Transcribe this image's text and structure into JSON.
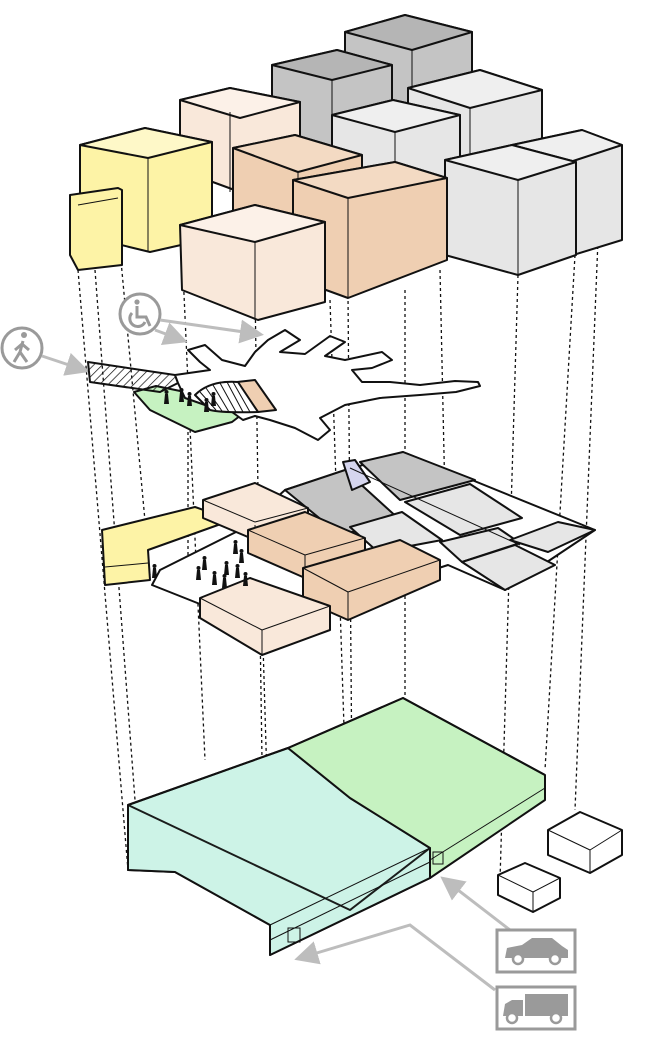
{
  "diagram": {
    "layers": [
      "building-massing",
      "pedestrian-walkway-level",
      "ground-plaza-level",
      "underground-parking-level"
    ],
    "icons": [
      "pedestrian-icon",
      "wheelchair-icon",
      "car-icon",
      "truck-icon"
    ],
    "colors": {
      "yellow": "#fdf3a6",
      "peach": "#f9e8da",
      "tan": "#efcfb2",
      "dark_grey": "#c4c4c4",
      "light_grey": "#e6e6e6",
      "green": "#c6f2c1",
      "mint": "#cdf3e7",
      "icon_grey": "#9a9a9a"
    }
  }
}
